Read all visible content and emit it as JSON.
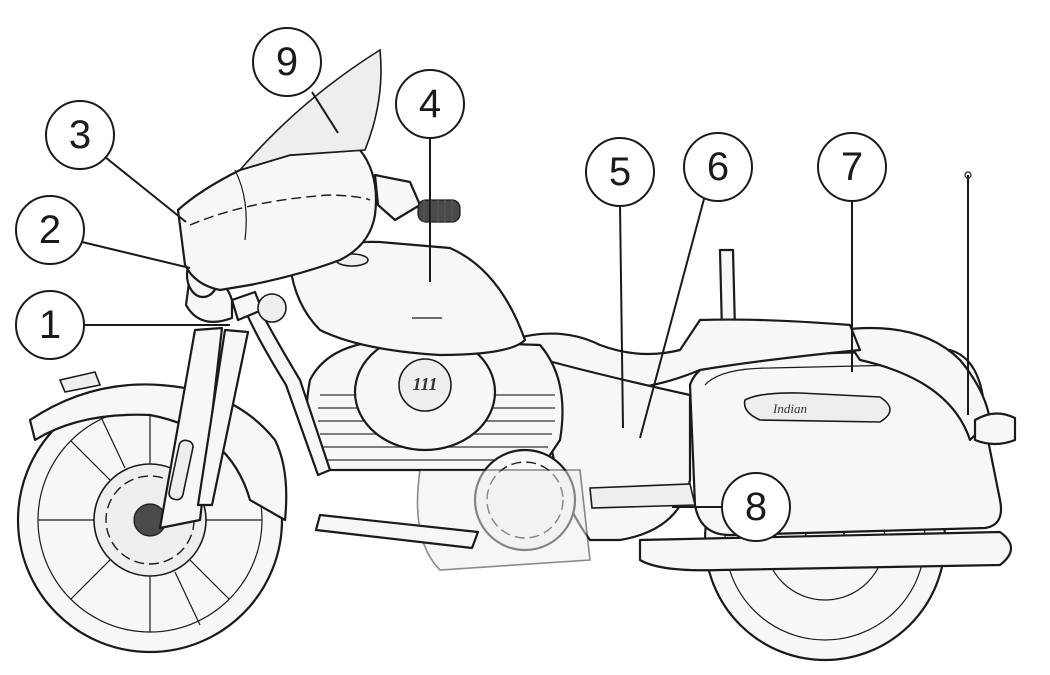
{
  "diagram": {
    "subject": "motorcycle-side-view",
    "brand_script": "Indian",
    "tank_badge": "111",
    "callouts": [
      {
        "id": "callout-1",
        "label": "1"
      },
      {
        "id": "callout-2",
        "label": "2"
      },
      {
        "id": "callout-3",
        "label": "3"
      },
      {
        "id": "callout-4",
        "label": "4"
      },
      {
        "id": "callout-5",
        "label": "5"
      },
      {
        "id": "callout-6",
        "label": "6"
      },
      {
        "id": "callout-7",
        "label": "7"
      },
      {
        "id": "callout-8",
        "label": "8"
      },
      {
        "id": "callout-9",
        "label": "9"
      }
    ]
  }
}
